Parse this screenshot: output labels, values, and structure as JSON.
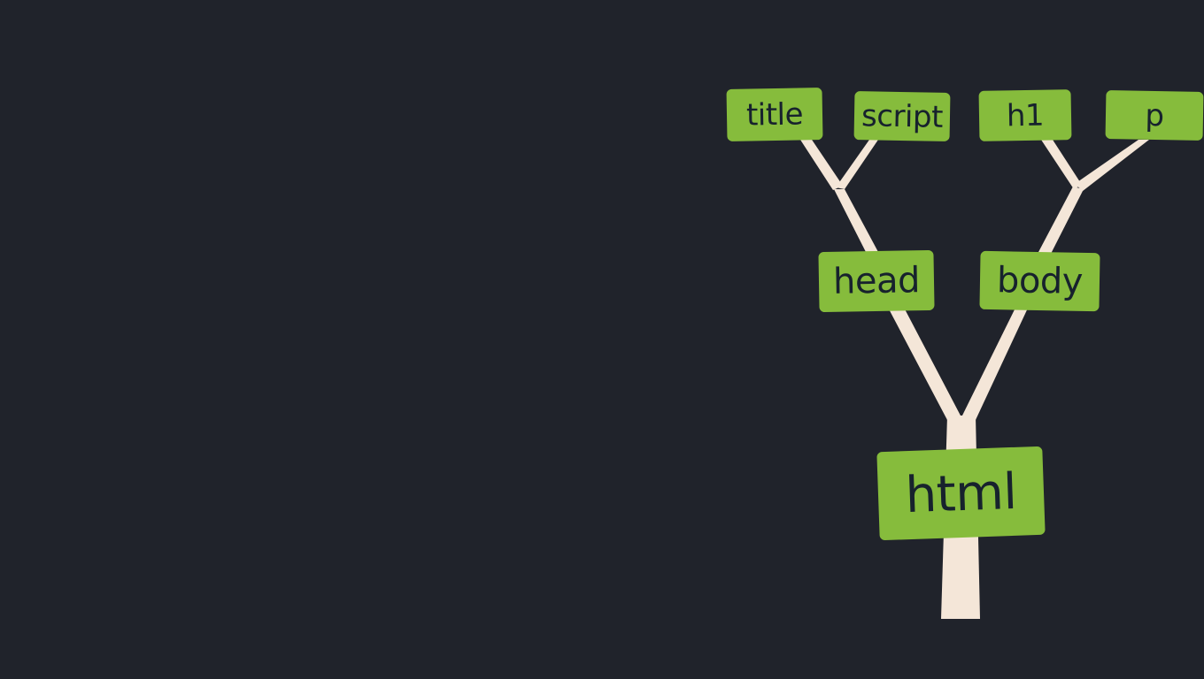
{
  "colors": {
    "background": "#20232b",
    "node_fill": "#86bc3c",
    "node_text": "#17222d",
    "trunk": "#f4e6d8"
  },
  "nodes": {
    "title": "title",
    "script": "script",
    "h1": "h1",
    "p": "p",
    "head": "head",
    "body": "body",
    "html": "html"
  }
}
